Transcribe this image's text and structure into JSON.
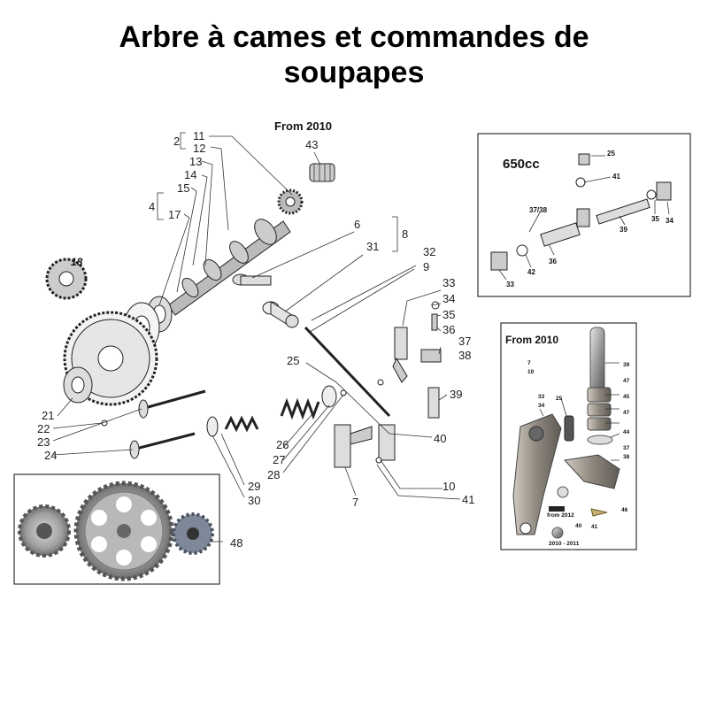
{
  "title": {
    "line1": "Arbre à cames et commandes de",
    "line2": "soupapes"
  },
  "main": {
    "from_label": "From 2010",
    "labels": {
      "n2": "2",
      "n4": "4",
      "n11": "11",
      "n12": "12",
      "n13": "13",
      "n14": "14",
      "n15": "15",
      "n17": "17",
      "n18": "18",
      "n43": "43",
      "n6": "6",
      "n8": "8",
      "n31": "31",
      "n32": "32",
      "n9": "9",
      "n33": "33",
      "n34": "34",
      "n35": "35",
      "n36": "36",
      "n37": "37",
      "n38": "38",
      "n39": "39",
      "n25": "25",
      "n40": "40",
      "n10": "10",
      "n41": "41",
      "n7": "7",
      "n21": "21",
      "n22": "22",
      "n23": "23",
      "n24": "24",
      "n26": "26",
      "n27": "27",
      "n28": "28",
      "n29": "29",
      "n30": "30"
    }
  },
  "inset_650": {
    "heading": "650cc",
    "labels": {
      "n25": "25",
      "n41": "41",
      "n37_38": "37/38",
      "n39": "39",
      "n35": "35",
      "n34": "34",
      "n36": "36",
      "n42": "42",
      "n33": "33"
    }
  },
  "inset_2010": {
    "heading": "From 2010",
    "labels": {
      "n7": "7",
      "n10": "10",
      "n39": "39",
      "n47a": "47",
      "n45": "45",
      "n47b": "47",
      "n33": "33",
      "n34": "34",
      "n25": "25",
      "n44": "44",
      "n37": "37",
      "n38": "38",
      "from2012": "from 2012",
      "n40": "40",
      "n41": "41",
      "n46": "46",
      "years": "2010 - 2011"
    }
  },
  "inset_gears": {
    "label": "48"
  }
}
